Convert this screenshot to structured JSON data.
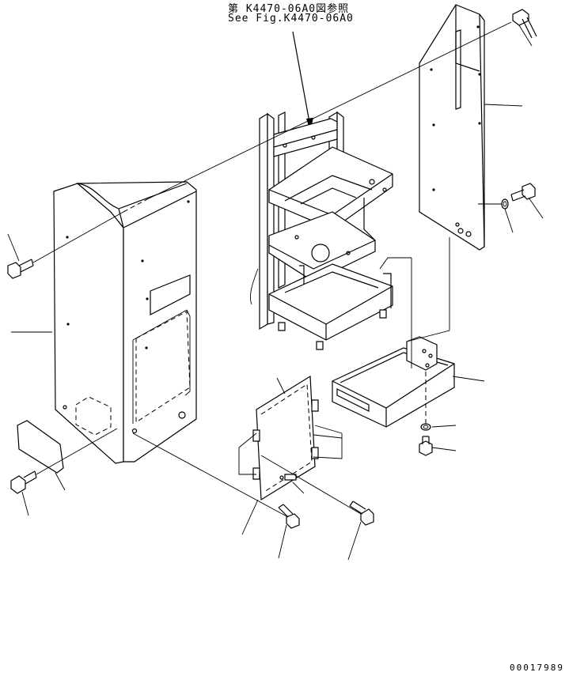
{
  "reference": {
    "jp": "第 K4470-06A0図参照",
    "en": "See Fig.K4470-06A0"
  },
  "drawing_number": "00017989"
}
